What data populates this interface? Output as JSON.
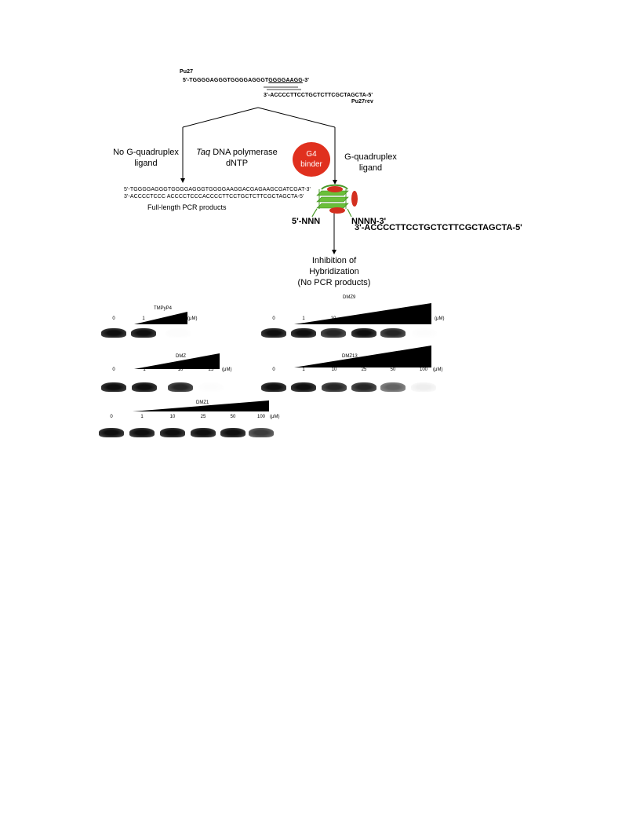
{
  "top": {
    "pu27_label": "Pu27",
    "pu27_seq_prefix": "5'-TGGGGAGGGTGGGGAGGGT",
    "pu27_seq_underlined": "GGGGAAGG",
    "pu27_seq_suffix": "-3'",
    "rev_seq": "3'-ACCCCTTCCTGCTCTTCGCTAGCTA-5'",
    "rev_label": "Pu27rev"
  },
  "left_branch": {
    "no_ligand_line1": "No G-quadruplex",
    "no_ligand_line2": "ligand",
    "taq_italic": "Taq",
    "taq_rest": " DNA polymerase",
    "dntp": "dNTP",
    "product_seq1": "5'-TGGGGAGGGTGGGGAGGGTGGGGAAGGACGAGAAGCGATCGAT-3'",
    "product_seq2": "3'-ACCCCTCCC ACCCCTCCCACCCCTTCCTGCTCTTCGCTAGCTA-5'",
    "product_label": "Full-length PCR products"
  },
  "right_branch": {
    "g4_line1": "G4",
    "g4_line2": "binder",
    "ligand_line1": "G-quadruplex",
    "ligand_line2": "ligand",
    "five_prime": "5'-NNN",
    "three_prime": "NNNN-3'",
    "rev_bound": "3'-ACCCCTTCCTGCTCTTCGCTAGCTA-5'",
    "inhibition_line1": "Inhibition of",
    "inhibition_line2": "Hybridization",
    "inhibition_line3": "(No PCR products)"
  },
  "gels": {
    "tmpyp4": {
      "title": "TMPyP4",
      "lanes": [
        "0",
        "1",
        "10"
      ],
      "unit": "(μM)",
      "intensity": [
        1.0,
        1.0,
        0.08
      ]
    },
    "dmz9": {
      "title": "DMZ9",
      "lanes": [
        "0",
        "1",
        "10",
        "25",
        "50",
        "100"
      ],
      "unit": "(μM)",
      "intensity": [
        1.0,
        1.0,
        0.95,
        1.0,
        0.95,
        0.05
      ]
    },
    "dmz": {
      "title": "DMZ",
      "lanes": [
        "0",
        "1",
        "10",
        "25"
      ],
      "unit": "(μM)",
      "intensity": [
        1.0,
        1.0,
        0.95,
        0.05
      ]
    },
    "dmz13": {
      "title": "DMZ13",
      "lanes": [
        "0",
        "1",
        "10",
        "25",
        "50",
        "100"
      ],
      "unit": "(μM)",
      "intensity": [
        1.0,
        1.0,
        0.95,
        0.95,
        0.8,
        0.25
      ]
    },
    "dmz1": {
      "title": "DMZ1",
      "lanes": [
        "0",
        "1",
        "10",
        "25",
        "50",
        "100"
      ],
      "unit": "(μM)",
      "intensity": [
        1.0,
        1.0,
        1.0,
        1.0,
        1.0,
        0.9
      ]
    }
  },
  "colors": {
    "g4_binder": "#e0301e",
    "ligand_red": "#d32f1f",
    "quadruplex_green": "#6abf3a"
  }
}
